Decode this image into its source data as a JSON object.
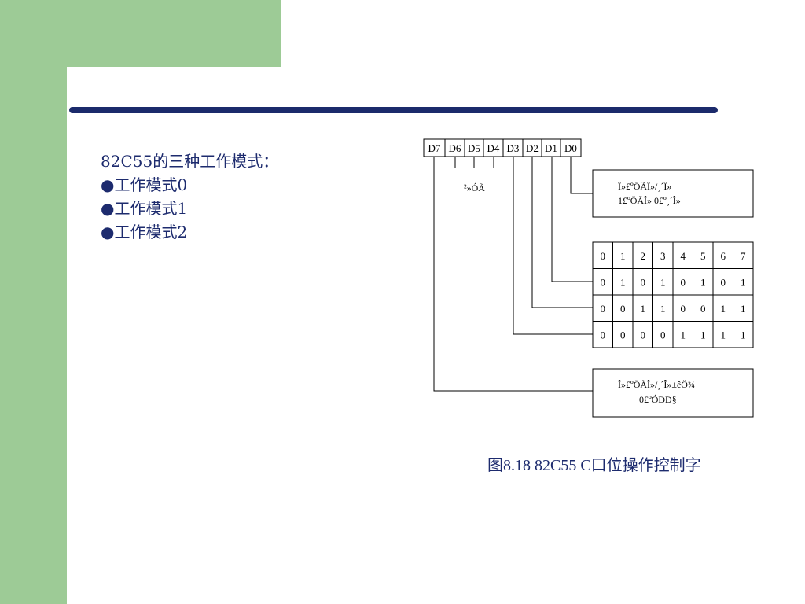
{
  "slide": {
    "heading": "82C55的三种工作模式：",
    "bullets": [
      "工作模式0",
      "工作模式1",
      "工作模式2"
    ],
    "bullet_symbol": "●",
    "caption": "图8.18  82C55 C口位操作控制字"
  },
  "diagram": {
    "bits": [
      "D7",
      "D6",
      "D5",
      "D4",
      "D3",
      "D2",
      "D1",
      "D0"
    ],
    "unused_label": "²»ÓÃ",
    "box_top_lines": [
      "Î»£ºÖÃÎ»/¸´Î»",
      "1£ºÖÃÎ»  0£º¸´Î»"
    ],
    "table": [
      [
        "0",
        "1",
        "2",
        "3",
        "4",
        "5",
        "6",
        "7"
      ],
      [
        "0",
        "1",
        "0",
        "1",
        "0",
        "1",
        "0",
        "1"
      ],
      [
        "0",
        "0",
        "1",
        "1",
        "0",
        "0",
        "1",
        "1"
      ],
      [
        "0",
        "0",
        "0",
        "0",
        "1",
        "1",
        "1",
        "1"
      ]
    ],
    "box_bottom_lines": [
      "Î»£ºÖÃÎ»/¸´Î»±êÖ¾",
      "0£ºÓÐÐ§"
    ]
  },
  "colors": {
    "green": "#9dcb96",
    "bar": "#1b2a6b",
    "text": "#1d2b6e"
  }
}
